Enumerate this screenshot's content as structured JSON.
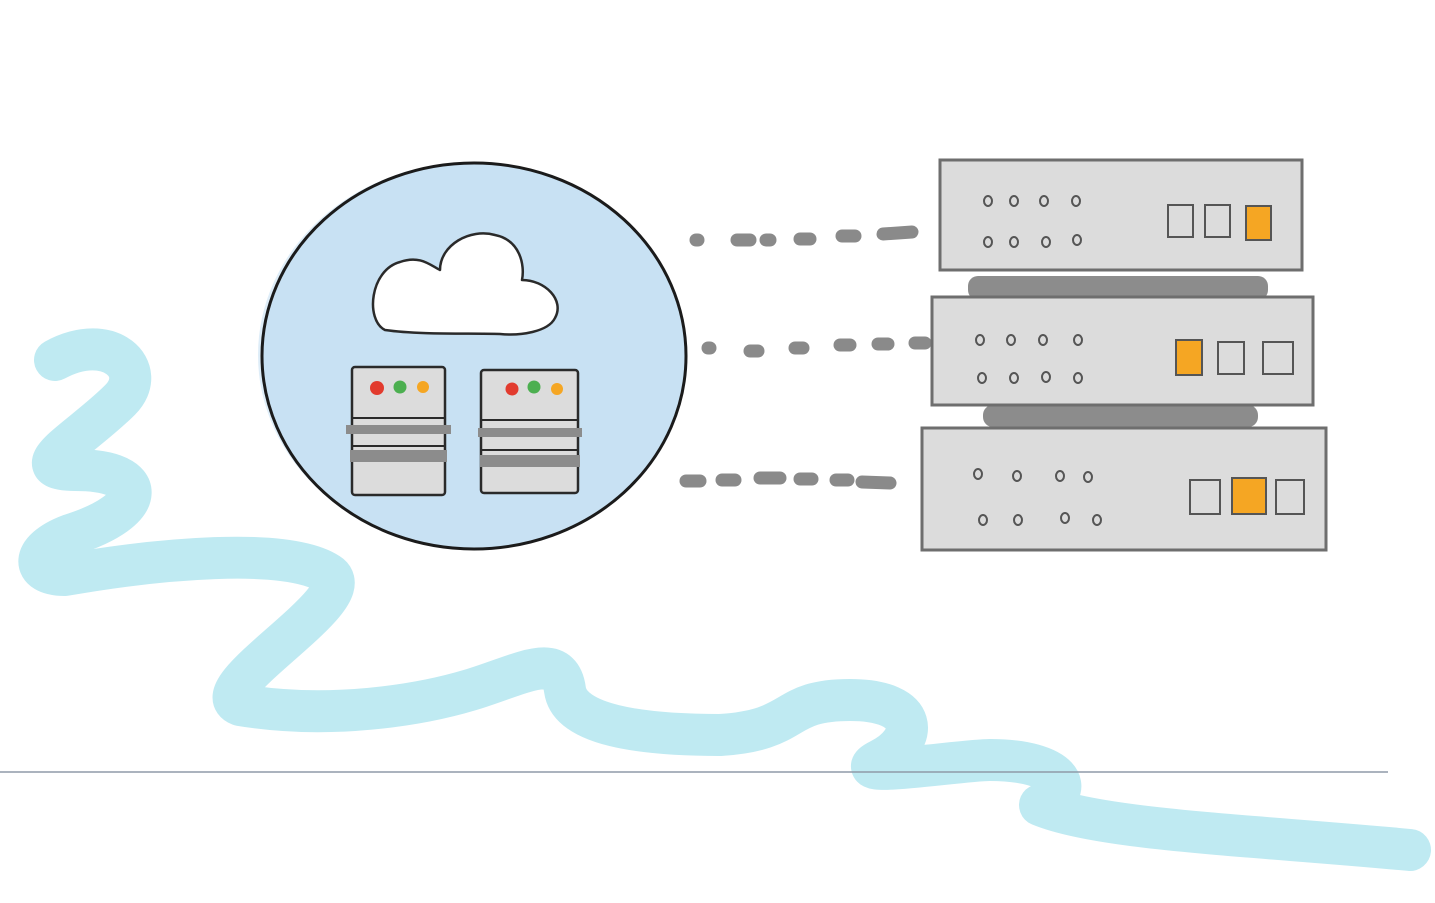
{
  "colors": {
    "background": "#ffffff",
    "river": "#bfeaf2",
    "bubble_fill": "#c8e1f3",
    "bubble_outline": "#1b1b1b",
    "cloud_fill": "#ffffff",
    "server_body": "#dcdcdc",
    "server_outline": "#6e6e6e",
    "shadow": "#8c8c8c",
    "connector": "#8a8a8a",
    "light_red": "#e23b2e",
    "light_green": "#4caf50",
    "light_orange": "#f5a623",
    "indicator_active": "#f5a623",
    "baseline": "#8f9aa8"
  },
  "bubble": {
    "icon": "cloud-icon",
    "mini_servers": [
      {
        "lights": [
          "light_red",
          "light_green",
          "light_orange"
        ]
      },
      {
        "lights": [
          "light_red",
          "light_green",
          "light_orange"
        ]
      }
    ]
  },
  "rack_servers": [
    {
      "indicators": 3,
      "active_indicator": 3
    },
    {
      "indicators": 3,
      "active_indicator": 1
    },
    {
      "indicators": 3,
      "active_indicator": 2
    }
  ],
  "connectors": {
    "count": 3,
    "style": "dotted"
  }
}
